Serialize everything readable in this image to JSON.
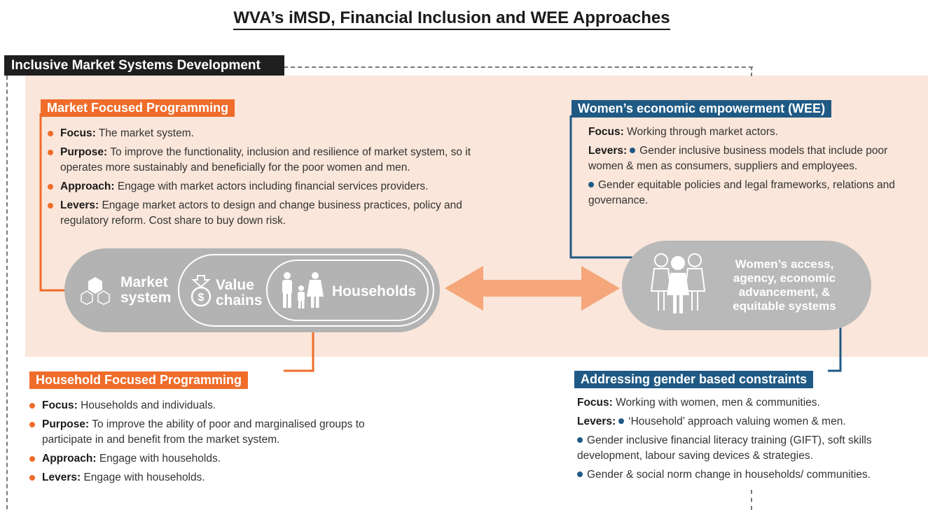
{
  "title": "WVA’s iMSD, Financial Inclusion and WEE Approaches",
  "imsd_label": "Inclusive Market Systems Development",
  "market_focused": {
    "header": "Market Focused Programming",
    "items": [
      {
        "key": "Focus:",
        "text": "The market system."
      },
      {
        "key": "Purpose:",
        "text": "To improve the functionality, inclusion and resilience of market system, so it operates more sustainably and beneficially for the poor women and men."
      },
      {
        "key": "Approach:",
        "text": "Engage with market actors including financial services providers."
      },
      {
        "key": "Levers:",
        "text": "Engage market actors to design and change business practices, policy and regulatory reform. Cost share to buy down risk."
      }
    ]
  },
  "pill": {
    "market_system": "Market system",
    "value_chains": "Value chains",
    "households": "Households"
  },
  "wee": {
    "header": "Women’s economic empowerment (WEE)",
    "focus_key": "Focus:",
    "focus_text": "Working through market actors.",
    "levers_key": "Levers:",
    "lever1": "Gender inclusive business models that include poor women & men as consumers, suppliers and employees.",
    "lever2": "Gender equitable policies and legal frameworks, relations and governance."
  },
  "outcome": "Women’s access, agency, economic advancement, & equitable systems",
  "household_focused": {
    "header": "Household Focused Programming",
    "items": [
      {
        "key": "Focus:",
        "text": "Households and individuals."
      },
      {
        "key": "Purpose:",
        "text": "To improve the ability of poor and marginalised groups to participate in and benefit from the market system."
      },
      {
        "key": "Approach:",
        "text": "Engage with households."
      },
      {
        "key": "Levers:",
        "text": "Engage with households."
      }
    ]
  },
  "gender": {
    "header": "Addressing gender based constraints",
    "focus_key": "Focus:",
    "focus_text": "Working with women, men & communities.",
    "levers_key": "Levers:",
    "lever1": "‘Household’ approach valuing women & men.",
    "lever2": "Gender inclusive financial literacy training (GIFT), soft skills development, labour saving devices & strategies.",
    "lever3": "Gender & social norm change in households/ communities."
  },
  "colors": {
    "orange": "#ef6c2a",
    "blue": "#1f5a85",
    "peach": "#fae6da",
    "grey": "#b3b3b3"
  },
  "icons": [
    "hexagon-icon",
    "money-bag-icon",
    "family-icon",
    "women-group-icon",
    "double-arrow-icon"
  ]
}
